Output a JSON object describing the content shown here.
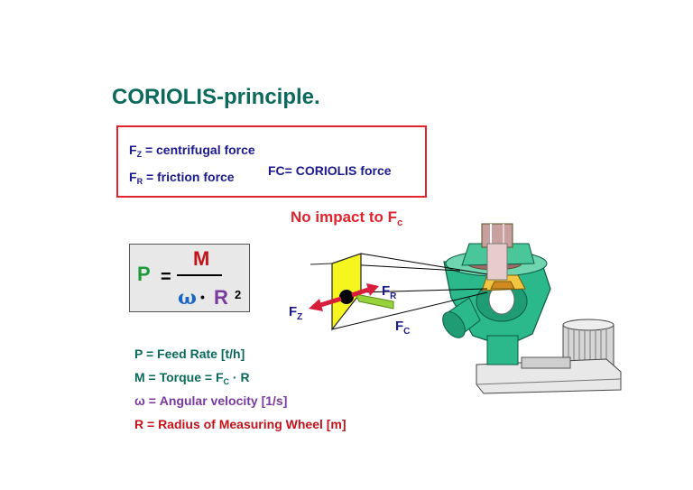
{
  "title": "CORIOLIS-principle.",
  "definitions": {
    "fz": {
      "sym": "F",
      "sub": "Z",
      "text": " = centrifugal force"
    },
    "fr": {
      "sym": "F",
      "sub": "R",
      "text": " = friction force"
    },
    "fc": "FC= CORIOLIS force"
  },
  "no_impact": {
    "text": "No impact to F",
    "sub": "c"
  },
  "formula": {
    "p": "P",
    "eq": "=",
    "m": "M",
    "omega": "ω",
    "dot": "•",
    "r": "R",
    "exp": "2"
  },
  "diagram_labels": {
    "fz": {
      "sym": "F",
      "sub": "Z"
    },
    "fr": {
      "sym": "F",
      "sub": "R"
    },
    "fc": {
      "sym": "F",
      "sub": "C"
    }
  },
  "legend": {
    "p": "P  = Feed Rate [t/h]",
    "m_pre": "M = Torque = F",
    "m_sub": "C",
    "m_post": "  · R",
    "omega": "ω = Angular velocity [1/s]",
    "r": "R = Radius of Measuring Wheel [m]"
  },
  "colors": {
    "teal": "#0a6a5c",
    "red": "#e0232d",
    "blue": "#1a1a8c",
    "purple": "#7a3aa0",
    "green_machine": "#2bb88a"
  }
}
